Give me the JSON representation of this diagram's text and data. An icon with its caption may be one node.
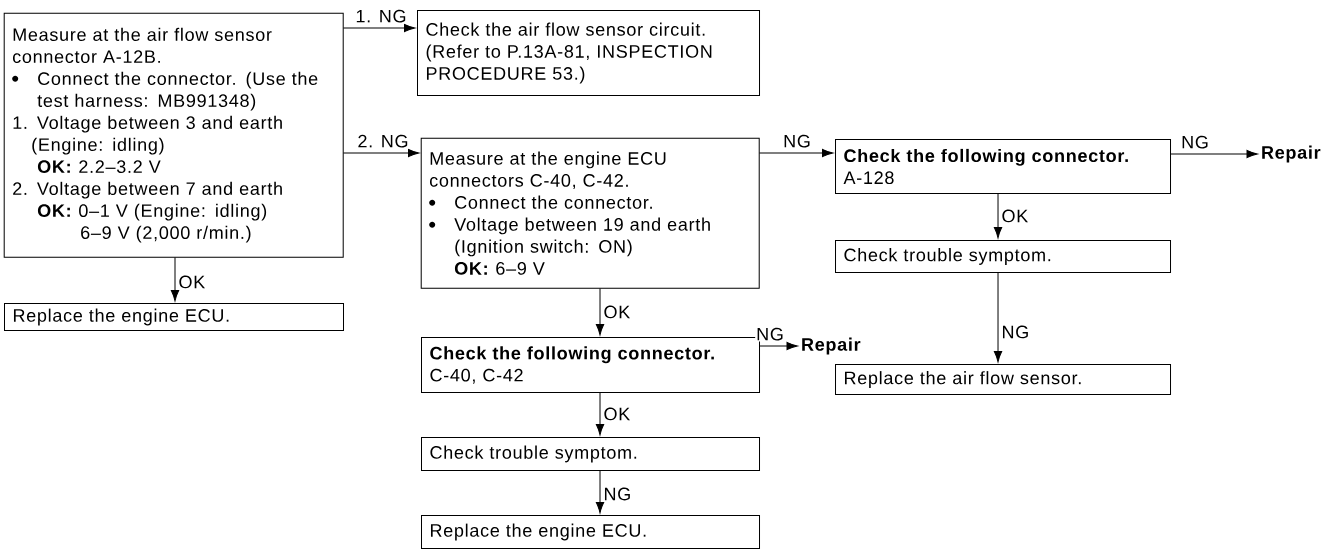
{
  "diagram": {
    "nodes": [
      {
        "text": [
          "Measure at the air flow sensor connector A-12B.",
          "Connect the connector. (Use the test harness: MB991348)",
          "1. Voltage between 3 and earth (Engine: idling)",
          "**OK:** 2.2–3.2 V",
          "2. Voltage between 7 and earth",
          "**OK:** 0–1 V (Engine: idling)",
          "6–9 V (2,000 r/min.)"
        ]
      },
      {
        "text": [
          "Check the air flow sensor circuit. (Refer to P.13A-81, INSPECTION PROCEDURE 53.)"
        ]
      },
      {
        "text": [
          "Replace the engine ECU."
        ]
      },
      {
        "text": [
          "Measure at the engine ECU connectors C-40, C-42.",
          "Connect the connector.",
          "Voltage between 19 and earth (Ignition switch: ON)",
          "**OK:** 6–9 V"
        ]
      },
      {
        "text": [
          "Check the following connector.",
          "C-40, C-42"
        ]
      },
      {
        "text": [
          "Check trouble symptom."
        ]
      },
      {
        "text": [
          "Replace the engine ECU."
        ]
      },
      {
        "text": [
          "Repair"
        ]
      },
      {
        "text": [
          "Check the following connector.",
          "A-128"
        ]
      },
      {
        "text": [
          "Repair"
        ]
      },
      {
        "text": [
          "Check trouble symptom."
        ]
      },
      {
        "text": [
          "Replace the air flow sensor."
        ]
      }
    ],
    "edges": [
      {
        "from": 0,
        "to": 1,
        "arrow": "to",
        "label": "1. NG"
      },
      {
        "from": 0,
        "to": 3,
        "arrow": "to",
        "label": "2. NG"
      },
      {
        "from": 0,
        "to": 2,
        "arrow": "to",
        "label": "OK"
      },
      {
        "from": 3,
        "to": 8,
        "arrow": "to",
        "label": "NG"
      },
      {
        "from": 3,
        "to": 4,
        "arrow": "to",
        "label": "OK"
      },
      {
        "from": 4,
        "to": 7,
        "arrow": "to",
        "label": "NG"
      },
      {
        "from": 4,
        "to": 5,
        "arrow": "to",
        "label": "OK"
      },
      {
        "from": 5,
        "to": 6,
        "arrow": "to",
        "label": "NG"
      },
      {
        "from": 8,
        "to": 9,
        "arrow": "to",
        "label": "NG"
      },
      {
        "from": 8,
        "to": 10,
        "arrow": "to",
        "label": "OK"
      },
      {
        "from": 10,
        "to": 11,
        "arrow": "to",
        "label": "NG"
      }
    ]
  }
}
